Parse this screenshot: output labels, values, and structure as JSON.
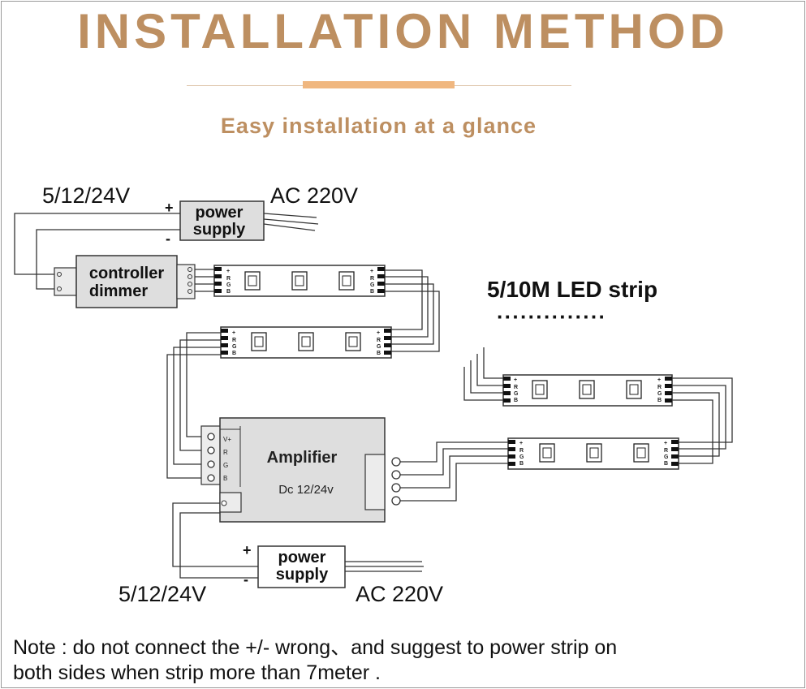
{
  "header": {
    "title": "INSTALLATION METHOD",
    "subtitle": "Easy installation at a glance"
  },
  "diagram": {
    "top_supply": {
      "voltage": "5/12/24V",
      "ac": "AC  220V",
      "box_line1": "power",
      "box_line2": "supply",
      "plus": "+",
      "minus": "-"
    },
    "controller": {
      "line1": "controller",
      "line2": "dimmer"
    },
    "strip_title": "5/10M  LED strip",
    "dotted": "··············",
    "amplifier": {
      "title": "Amplifier",
      "voltage": "Dc 12/24v"
    },
    "bottom_supply": {
      "voltage": "5/12/24V",
      "ac": "AC  220V",
      "box_line1": "power",
      "box_line2": "supply",
      "plus": "+",
      "minus": "-"
    },
    "strip_pins": [
      "+",
      "R",
      "G",
      "B"
    ]
  },
  "note": {
    "line1": "Note : do not connect the +/- wrong、and suggest to power strip on",
    "line2": "both sides when strip more than 7meter ."
  },
  "colors": {
    "accent": "#bd8f61",
    "accent_bar": "#f0b77f",
    "box_fill": "#dedede",
    "wire": "#333333"
  }
}
